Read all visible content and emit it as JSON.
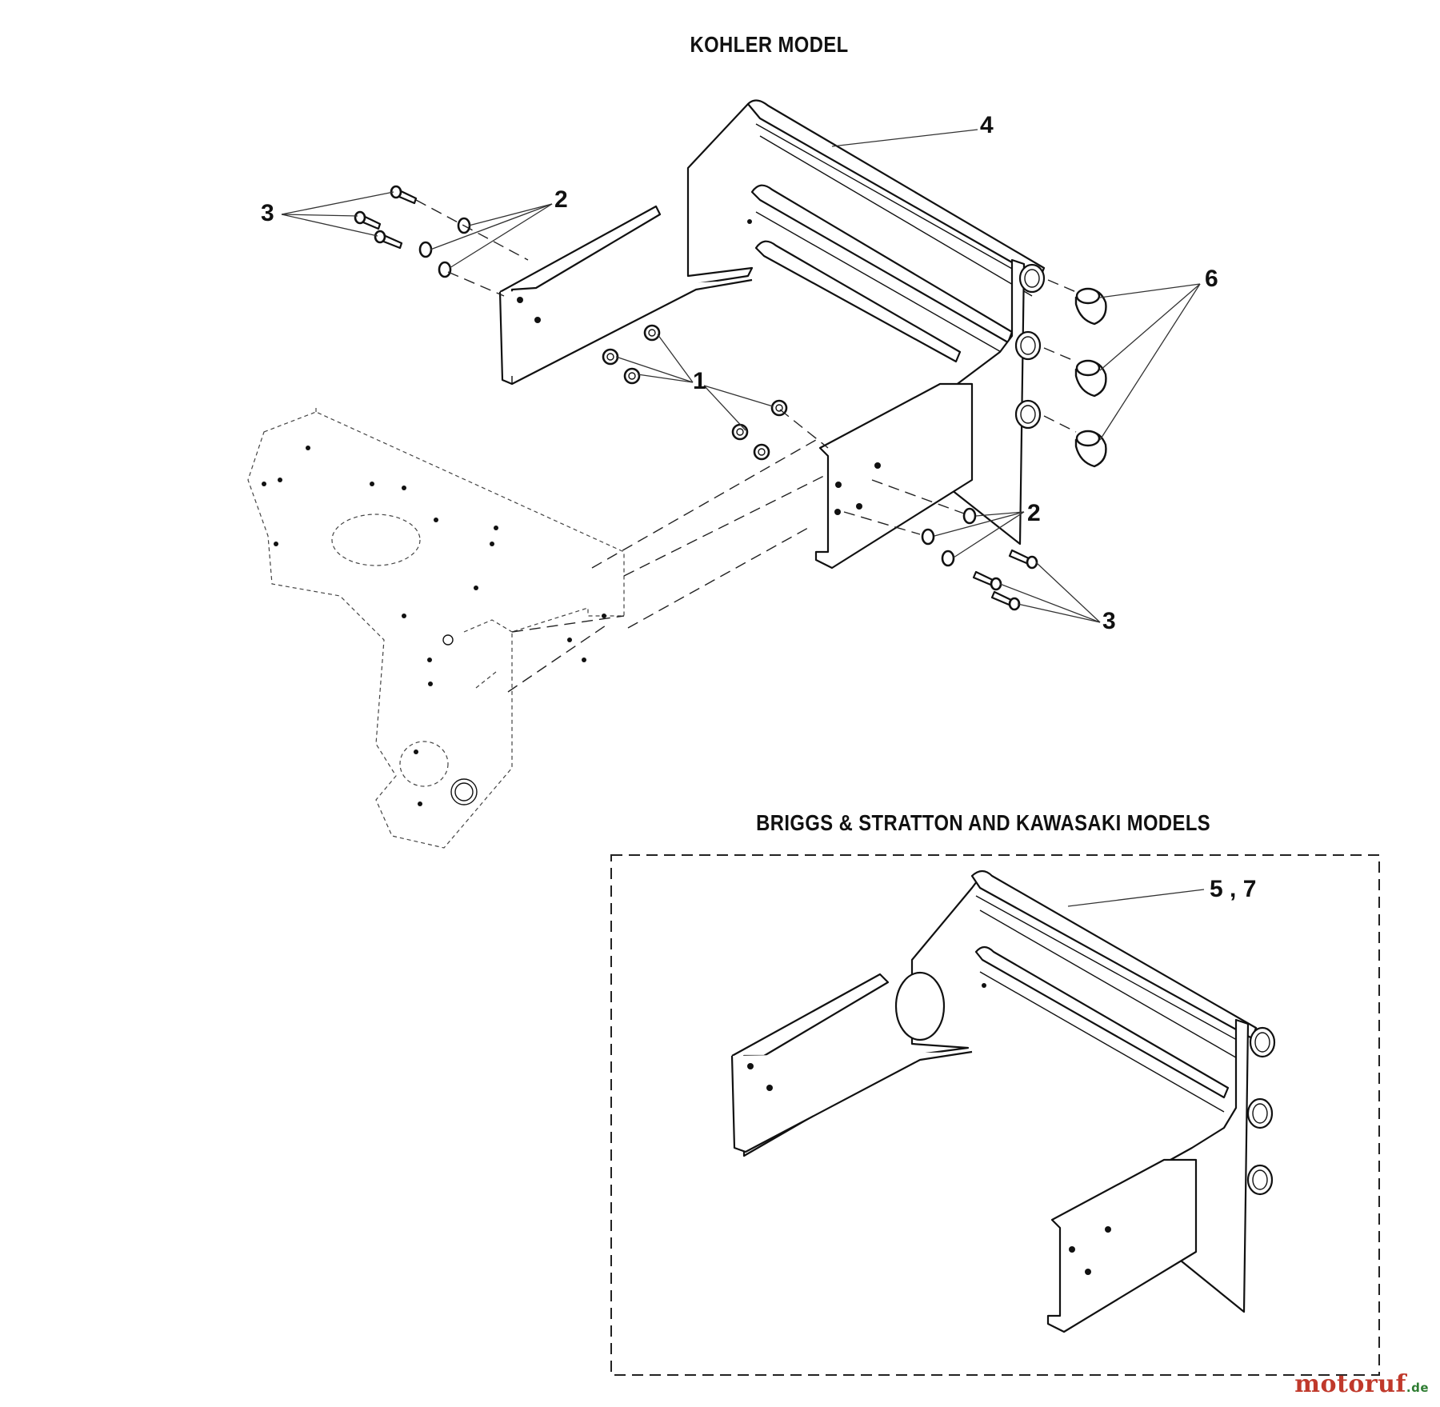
{
  "headings": {
    "top": "KOHLER MODEL",
    "bottom": "BRIGGS & STRATTON AND KAWASAKI MODELS"
  },
  "callouts": {
    "c1": "1",
    "c2a": "2",
    "c2b": "2",
    "c3a": "3",
    "c3b": "3",
    "c4": "4",
    "c6": "6",
    "c57": "5 , 7"
  },
  "watermark": {
    "brand": "motoruf",
    "tld": ".de"
  }
}
